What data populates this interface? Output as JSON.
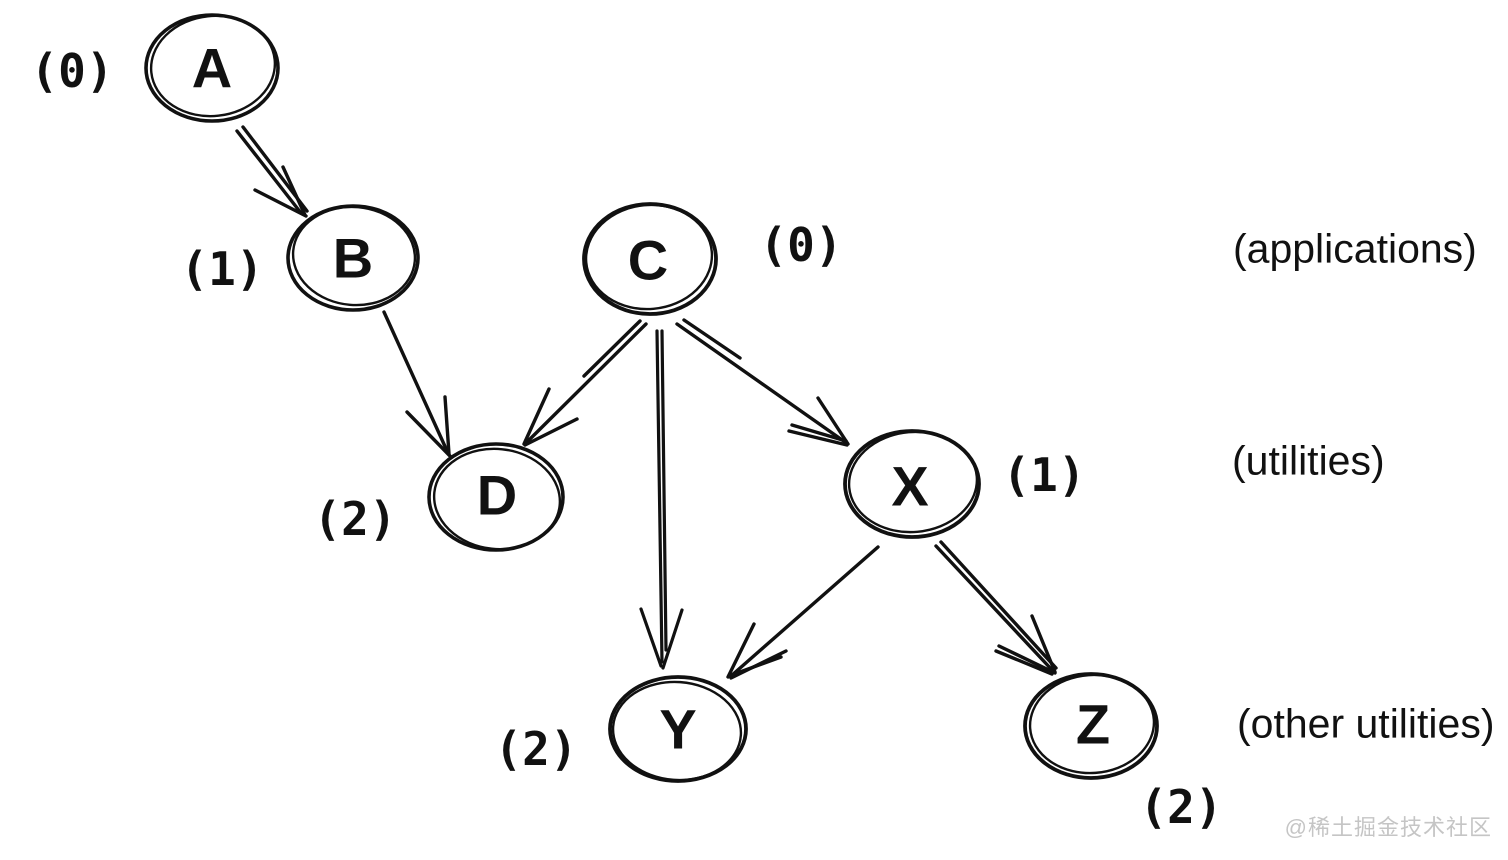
{
  "diagram": {
    "nodes": [
      {
        "id": "A",
        "label": "A",
        "level": "(0)"
      },
      {
        "id": "B",
        "label": "B",
        "level": "(1)"
      },
      {
        "id": "C",
        "label": "C",
        "level": "(0)"
      },
      {
        "id": "D",
        "label": "D",
        "level": "(2)"
      },
      {
        "id": "X",
        "label": "X",
        "level": "(1)"
      },
      {
        "id": "Y",
        "label": "Y",
        "level": "(2)"
      },
      {
        "id": "Z",
        "label": "Z",
        "level": "(2)"
      }
    ],
    "edges": [
      {
        "from": "A",
        "to": "B"
      },
      {
        "from": "B",
        "to": "D"
      },
      {
        "from": "C",
        "to": "D"
      },
      {
        "from": "C",
        "to": "Y"
      },
      {
        "from": "C",
        "to": "X"
      },
      {
        "from": "X",
        "to": "Y"
      },
      {
        "from": "X",
        "to": "Z"
      }
    ],
    "row_labels": [
      "(applications)",
      "(utilities)",
      "(other utilities)"
    ]
  },
  "watermark": {
    "text": "@稀土掘金技术社区"
  },
  "colors": {
    "ink": "#111111",
    "background": "#ffffff",
    "watermark": "#c5c5c5"
  }
}
